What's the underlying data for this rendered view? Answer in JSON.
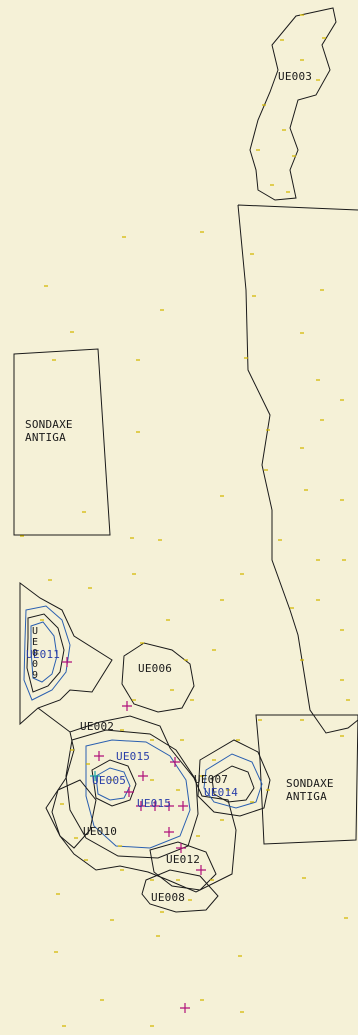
{
  "colors": {
    "background": "#f5f1d7",
    "outline": "#1a1a1a",
    "contour_blue": "#2a5fb0",
    "point_yellow": "#d4b800",
    "cross_magenta": "#b0107a",
    "cross_cyan": "#1aa5a5"
  },
  "labels": {
    "ue003": "UE003",
    "sondaxe_left_1": "SONDAXE",
    "sondaxe_left_2": "ANTIGA",
    "ue006": "UE006",
    "ue002": "UE002",
    "ue015_top": "UE015",
    "ue005": "UE005",
    "ue007": "UE007",
    "ue014": "UE014",
    "ue015_mid": "UE015",
    "ue010": "UE010",
    "ue012": "UE012",
    "ue008": "UE008",
    "ue011": "UE011",
    "ue009_vertical": "UE009",
    "sondaxe_right_1": "SONDAXE",
    "sondaxe_right_2": "ANTIGA"
  }
}
